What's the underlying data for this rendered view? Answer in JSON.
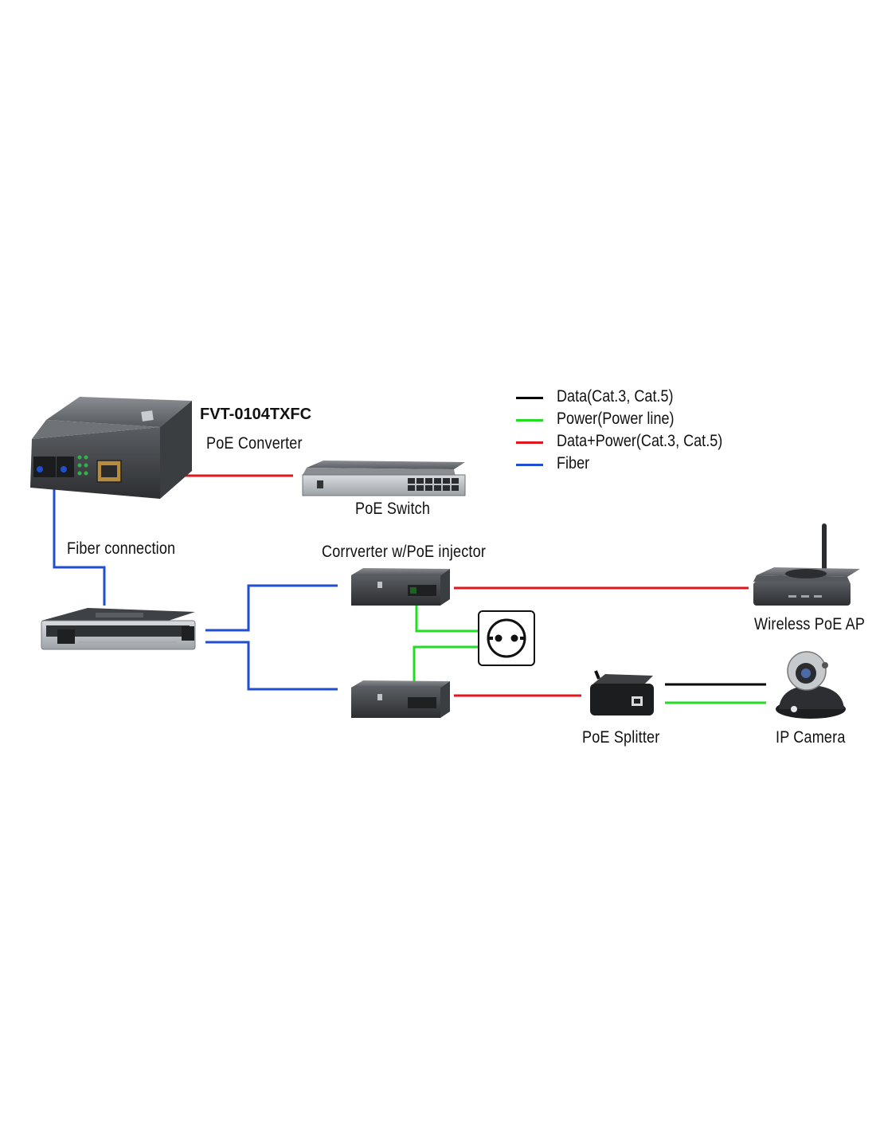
{
  "legend": {
    "items": [
      {
        "label": "Data(Cat.3, Cat.5)",
        "color": "#000000"
      },
      {
        "label": "Power(Power line)",
        "color": "#22dd22"
      },
      {
        "label": "Data+Power(Cat.3, Cat.5)",
        "color": "#e0161d"
      },
      {
        "label": "Fiber",
        "color": "#1f4fd0"
      }
    ]
  },
  "labels": {
    "model": "FVT-0104TXFC",
    "poe_converter": "PoE Converter",
    "poe_switch": "PoE Switch",
    "fiber_connection": "Fiber connection",
    "converter_injector": "Corrverter w/PoE injector",
    "wireless_ap": "Wireless PoE AP",
    "poe_splitter": "PoE Splitter",
    "ip_camera": "IP Camera"
  },
  "colors": {
    "data": "#000000",
    "power": "#22dd22",
    "data_power": "#e0161d",
    "fiber": "#1f4fd0",
    "device_body": "#4a4d50",
    "device_top": "#6b6f73"
  },
  "icons": {
    "outlet": "power-outlet-icon",
    "camera": "ip-camera-icon",
    "antenna": "antenna-icon"
  }
}
